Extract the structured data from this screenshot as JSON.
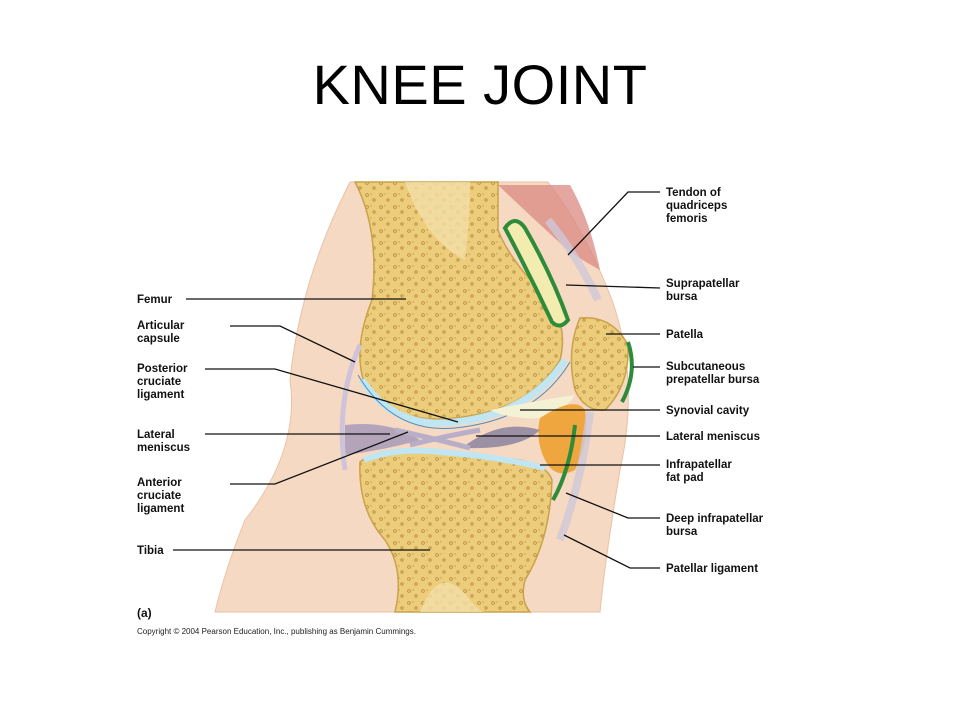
{
  "title": "KNEE JOINT",
  "figure_letter": "(a)",
  "copyright": "Copyright © 2004 Pearson Education, Inc., publishing as Benjamin Cummings.",
  "colors": {
    "skin": "#f6d9c2",
    "bone": "#eccd7c",
    "bone_edge": "#c9a24a",
    "bursa_green": "#2e8b3a",
    "cartilage_blue": "#bfe6f2",
    "fat_orange": "#f0a030",
    "ligament_purple": "#a89ab8"
  },
  "labels": {
    "left": [
      {
        "id": "femur",
        "lines": [
          "Femur"
        ]
      },
      {
        "id": "articular-capsule",
        "lines": [
          "Articular",
          "capsule"
        ]
      },
      {
        "id": "posterior-cruciate-ligament",
        "lines": [
          "Posterior",
          "cruciate",
          "ligament"
        ]
      },
      {
        "id": "lateral-meniscus-left",
        "lines": [
          "Lateral",
          "meniscus"
        ]
      },
      {
        "id": "anterior-cruciate-ligament",
        "lines": [
          "Anterior",
          "cruciate",
          "ligament"
        ]
      },
      {
        "id": "tibia",
        "lines": [
          "Tibia"
        ]
      }
    ],
    "right": [
      {
        "id": "tendon-of-quadriceps-femoris",
        "lines": [
          "Tendon of",
          "quadriceps",
          "femoris"
        ]
      },
      {
        "id": "suprapatellar-bursa",
        "lines": [
          "Suprapatellar",
          "bursa"
        ]
      },
      {
        "id": "patella",
        "lines": [
          "Patella"
        ]
      },
      {
        "id": "subcutaneous-prepatellar-bursa",
        "lines": [
          "Subcutaneous",
          "prepatellar bursa"
        ]
      },
      {
        "id": "synovial-cavity",
        "lines": [
          "Synovial cavity"
        ]
      },
      {
        "id": "lateral-meniscus-right",
        "lines": [
          "Lateral meniscus"
        ]
      },
      {
        "id": "infrapatellar-fat-pad",
        "lines": [
          "Infrapatellar",
          "fat pad"
        ]
      },
      {
        "id": "deep-infrapatellar-bursa",
        "lines": [
          "Deep infrapatellar",
          "bursa"
        ]
      },
      {
        "id": "patellar-ligament",
        "lines": [
          "Patellar ligament"
        ]
      }
    ]
  }
}
